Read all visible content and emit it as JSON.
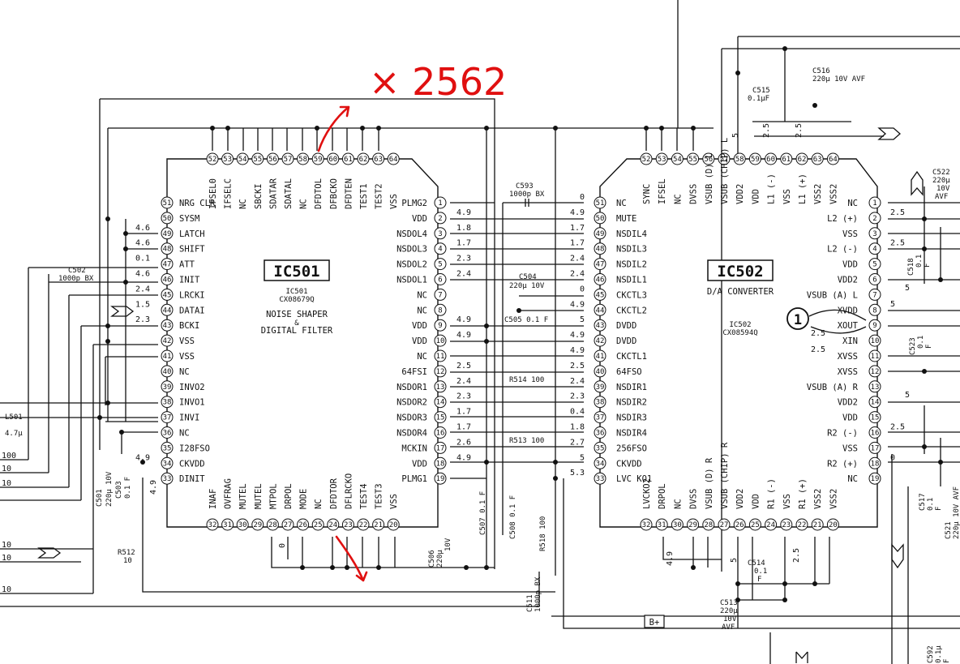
{
  "ic501": {
    "ref": "IC501",
    "part": "IC501",
    "part_no": "CX08679Q",
    "function": [
      "NOISE SHAPER",
      "&",
      "DIGITAL FILTER"
    ],
    "left_pins": [
      {
        "n": "51",
        "name": "NRG CLR",
        "v": ""
      },
      {
        "n": "50",
        "name": "SYSM",
        "v": ""
      },
      {
        "n": "49",
        "name": "LATCH",
        "v": "4.6"
      },
      {
        "n": "48",
        "name": "SHIFT",
        "v": "4.6"
      },
      {
        "n": "47",
        "name": "ATT",
        "v": "0.1"
      },
      {
        "n": "46",
        "name": "INIT",
        "v": "4.6"
      },
      {
        "n": "45",
        "name": "LRCKI",
        "v": "2.4"
      },
      {
        "n": "44",
        "name": "DATAI",
        "v": "1.5"
      },
      {
        "n": "43",
        "name": "BCKI",
        "v": "2.3"
      },
      {
        "n": "42",
        "name": "VSS",
        "v": ""
      },
      {
        "n": "41",
        "name": "VSS",
        "v": ""
      },
      {
        "n": "40",
        "name": "NC",
        "v": ""
      },
      {
        "n": "39",
        "name": "INVO2",
        "v": ""
      },
      {
        "n": "38",
        "name": "INVO1",
        "v": ""
      },
      {
        "n": "37",
        "name": "INVI",
        "v": ""
      },
      {
        "n": "36",
        "name": "NC",
        "v": ""
      },
      {
        "n": "35",
        "name": "I28FSO",
        "v": ""
      },
      {
        "n": "34",
        "name": "CKVDD",
        "v": "4.9"
      },
      {
        "n": "33",
        "name": "DINIT",
        "v": ""
      }
    ],
    "right_pins": [
      {
        "n": "1",
        "name": "PLMG2",
        "v": ""
      },
      {
        "n": "2",
        "name": "VDD",
        "v": "4.9"
      },
      {
        "n": "3",
        "name": "NSDOL4",
        "v": "1.8"
      },
      {
        "n": "4",
        "name": "NSDOL3",
        "v": "1.7"
      },
      {
        "n": "5",
        "name": "NSDOL2",
        "v": "2.3"
      },
      {
        "n": "6",
        "name": "NSDOL1",
        "v": "2.4"
      },
      {
        "n": "7",
        "name": "NC",
        "v": ""
      },
      {
        "n": "8",
        "name": "NC",
        "v": ""
      },
      {
        "n": "9",
        "name": "VDD",
        "v": "4.9"
      },
      {
        "n": "10",
        "name": "VDD",
        "v": "4.9"
      },
      {
        "n": "11",
        "name": "NC",
        "v": ""
      },
      {
        "n": "12",
        "name": "64FSI",
        "v": "2.5"
      },
      {
        "n": "13",
        "name": "NSDOR1",
        "v": "2.4"
      },
      {
        "n": "14",
        "name": "NSDOR2",
        "v": "2.3"
      },
      {
        "n": "15",
        "name": "NSDOR3",
        "v": "1.7"
      },
      {
        "n": "16",
        "name": "NSDOR4",
        "v": "1.7"
      },
      {
        "n": "17",
        "name": "MCKIN",
        "v": "2.6"
      },
      {
        "n": "18",
        "name": "VDD",
        "v": "4.9"
      },
      {
        "n": "19",
        "name": "PLMG1",
        "v": ""
      }
    ],
    "top_pins": [
      {
        "n": "52",
        "name": "IFSEL0"
      },
      {
        "n": "53",
        "name": "IFSELC"
      },
      {
        "n": "54",
        "name": "NC"
      },
      {
        "n": "55",
        "name": "SBCKI"
      },
      {
        "n": "56",
        "name": "SDATAR"
      },
      {
        "n": "57",
        "name": "SDATAL"
      },
      {
        "n": "58",
        "name": "NC"
      },
      {
        "n": "59",
        "name": "DFDTOL"
      },
      {
        "n": "60",
        "name": "DFBCKO"
      },
      {
        "n": "61",
        "name": "DFDTEN"
      },
      {
        "n": "62",
        "name": "TEST1"
      },
      {
        "n": "63",
        "name": "TEST2"
      },
      {
        "n": "64",
        "name": "VSS"
      }
    ],
    "bottom_pins": [
      {
        "n": "32",
        "name": "INAF"
      },
      {
        "n": "31",
        "name": "OVFRAG"
      },
      {
        "n": "30",
        "name": "MUTEL"
      },
      {
        "n": "29",
        "name": "MUTEL"
      },
      {
        "n": "28",
        "name": "MTPOL"
      },
      {
        "n": "27",
        "name": "DRPOL"
      },
      {
        "n": "26",
        "name": "MODE"
      },
      {
        "n": "25",
        "name": "NC"
      },
      {
        "n": "24",
        "name": "DFDTOR"
      },
      {
        "n": "23",
        "name": "DFLRCKO"
      },
      {
        "n": "22",
        "name": "TEST4"
      },
      {
        "n": "21",
        "name": "TEST3"
      },
      {
        "n": "20",
        "name": "VSS"
      }
    ],
    "pin33_voltage": "4.9",
    "pin27_voltage": "0"
  },
  "ic502": {
    "ref": "IC502",
    "part": "IC502",
    "part_no": "CX08594Q",
    "function": "D/A CONVERTER",
    "left_pins": [
      {
        "n": "51",
        "name": "NC",
        "v": "0"
      },
      {
        "n": "50",
        "name": "MUTE",
        "v": "4.9"
      },
      {
        "n": "49",
        "name": "NSDIL4",
        "v": "1.7"
      },
      {
        "n": "48",
        "name": "NSDIL3",
        "v": "1.7"
      },
      {
        "n": "47",
        "name": "NSDIL2",
        "v": "2.4"
      },
      {
        "n": "46",
        "name": "NSDIL1",
        "v": "2.4"
      },
      {
        "n": "45",
        "name": "CKCTL3",
        "v": "0"
      },
      {
        "n": "44",
        "name": "CKCTL2",
        "v": "4.9"
      },
      {
        "n": "43",
        "name": "DVDD",
        "v": "5"
      },
      {
        "n": "42",
        "name": "DVDD",
        "v": "4.9"
      },
      {
        "n": "41",
        "name": "CKCTL1",
        "v": "4.9"
      },
      {
        "n": "40",
        "name": "64FSO",
        "v": "2.5"
      },
      {
        "n": "39",
        "name": "NSDIR1",
        "v": "2.4"
      },
      {
        "n": "38",
        "name": "NSDIR2",
        "v": "2.3"
      },
      {
        "n": "37",
        "name": "NSDIR3",
        "v": "0.4"
      },
      {
        "n": "36",
        "name": "NSDIR4",
        "v": "1.8"
      },
      {
        "n": "35",
        "name": "256FSO",
        "v": "2.7"
      },
      {
        "n": "34",
        "name": "CKVDD",
        "v": "5"
      },
      {
        "n": "33",
        "name": "LVC KO1",
        "v": "5.3"
      }
    ],
    "right_pins": [
      {
        "n": "1",
        "name": "NC",
        "v": ""
      },
      {
        "n": "2",
        "name": "L2 (+)",
        "v": "2.5"
      },
      {
        "n": "3",
        "name": "VSS",
        "v": ""
      },
      {
        "n": "4",
        "name": "L2 (-)",
        "v": "2.5"
      },
      {
        "n": "5",
        "name": "VDD",
        "v": ""
      },
      {
        "n": "6",
        "name": "VDD2",
        "v": ""
      },
      {
        "n": "7",
        "name": "VSUB (A) L",
        "v": ""
      },
      {
        "n": "8",
        "name": "XVDD",
        "v": ""
      },
      {
        "n": "9",
        "name": "XOUT",
        "v": ""
      },
      {
        "n": "10",
        "name": "XIN",
        "v": ""
      },
      {
        "n": "11",
        "name": "XVSS",
        "v": ""
      },
      {
        "n": "12",
        "name": "XVSS",
        "v": ""
      },
      {
        "n": "13",
        "name": "VSUB (A) R",
        "v": ""
      },
      {
        "n": "14",
        "name": "VDD2",
        "v": ""
      },
      {
        "n": "15",
        "name": "VDD",
        "v": ""
      },
      {
        "n": "16",
        "name": "R2 (-)",
        "v": "2.5"
      },
      {
        "n": "17",
        "name": "VSS",
        "v": ""
      },
      {
        "n": "18",
        "name": "R2 (+)",
        "v": "0"
      },
      {
        "n": "19",
        "name": "NC",
        "v": ""
      }
    ],
    "top_pins": [
      {
        "n": "52",
        "name": "SYNC"
      },
      {
        "n": "53",
        "name": "IFSEL"
      },
      {
        "n": "54",
        "name": "NC"
      },
      {
        "n": "55",
        "name": "DVSS"
      },
      {
        "n": "56",
        "name": "VSUB (D) L"
      },
      {
        "n": "57",
        "name": "VSUB (CHIP) L"
      },
      {
        "n": "58",
        "name": "VDD2"
      },
      {
        "n": "59",
        "name": "VDD"
      },
      {
        "n": "60",
        "name": "L1 (-)"
      },
      {
        "n": "61",
        "name": "VSS"
      },
      {
        "n": "62",
        "name": "L1 (+)"
      },
      {
        "n": "63",
        "name": "VSS2"
      },
      {
        "n": "64",
        "name": "VSS2"
      }
    ],
    "bottom_pins": [
      {
        "n": "32",
        "name": "LVCKO2"
      },
      {
        "n": "31",
        "name": "DRPOL"
      },
      {
        "n": "30",
        "name": "NC"
      },
      {
        "n": "29",
        "name": "DVSS"
      },
      {
        "n": "28",
        "name": "VSUB (D) R"
      },
      {
        "n": "27",
        "name": "VSUB (CHIP) R"
      },
      {
        "n": "26",
        "name": "VDD2"
      },
      {
        "n": "25",
        "name": "VDD"
      },
      {
        "n": "24",
        "name": "R1 (-)"
      },
      {
        "n": "23",
        "name": "VSS"
      },
      {
        "n": "22",
        "name": "R1 (+)"
      },
      {
        "n": "21",
        "name": "VSS2"
      },
      {
        "n": "20",
        "name": "VSS2"
      }
    ],
    "xtal_marker": "1",
    "top_voltages": {
      "p58": "5",
      "p60": "2.5",
      "p62": "2.5"
    },
    "bottom_voltages": {
      "p31": "4.9",
      "p26": "5",
      "p22": "2.5"
    },
    "right_side_volts": {
      "p6": "5",
      "p8": "5",
      "p14": "5",
      "p9": "2.5",
      "p10": "2.5"
    }
  },
  "components": {
    "c593": [
      "C593",
      "1000p BX"
    ],
    "c504": [
      "C504",
      "220µ 10V"
    ],
    "c505": "C505 0.1 F",
    "r514": "R514 100",
    "r513": "R513 100",
    "c502": [
      "C502",
      "1000p BX"
    ],
    "c501": [
      "C501",
      "220µ 10V"
    ],
    "c503": [
      "C503",
      "0.1 F"
    ],
    "r512": [
      "R512",
      "10"
    ],
    "c506": [
      "C506",
      "220µ",
      "10V"
    ],
    "c507": "C507 0.1 F",
    "c508": "C508 0.1 F",
    "r518": "R518 100",
    "c511": [
      "C511",
      "1000p BX"
    ],
    "c516": [
      "C516",
      "220µ 10V AVF"
    ],
    "c515": [
      "C515",
      "0.1µF"
    ],
    "c522": [
      "C522",
      "220µ",
      "10V",
      "AVF"
    ],
    "c518": [
      "C518",
      "0.1",
      "F"
    ],
    "c523": [
      "C523",
      "0.1",
      "F"
    ],
    "c514": [
      "C514",
      "0.1",
      "F"
    ],
    "c513": [
      "C513",
      "220µ",
      "10V",
      "AVF"
    ],
    "c517": [
      "C517",
      "0.1",
      "F"
    ],
    "c521": [
      "C521",
      "220µ 10V AVF"
    ],
    "c592": [
      "C592",
      "0.1µ",
      "F"
    ],
    "l501": [
      "L501",
      "4.7µ"
    ],
    "bplus": "B+"
  },
  "left_edge_labels": [
    "100",
    "10",
    "10",
    "10",
    "10",
    "10"
  ],
  "annotation": {
    "text": "× 2562",
    "color": "#e01010"
  }
}
